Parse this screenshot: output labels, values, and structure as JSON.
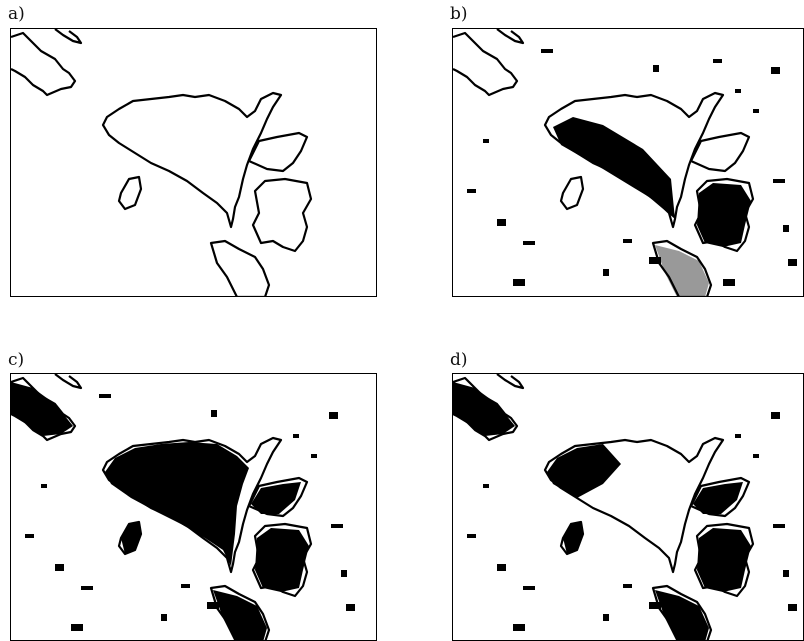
{
  "figure": {
    "panels": [
      {
        "id": "a",
        "label": "a)",
        "fill_level": "none"
      },
      {
        "id": "b",
        "label": "b)",
        "fill_level": "partial"
      },
      {
        "id": "c",
        "label": "c)",
        "fill_level": "full"
      },
      {
        "id": "d",
        "label": "d)",
        "fill_level": "partial-edges"
      }
    ]
  },
  "colors": {
    "outline": "#000000",
    "fill": "#000000",
    "background": "#ffffff"
  }
}
